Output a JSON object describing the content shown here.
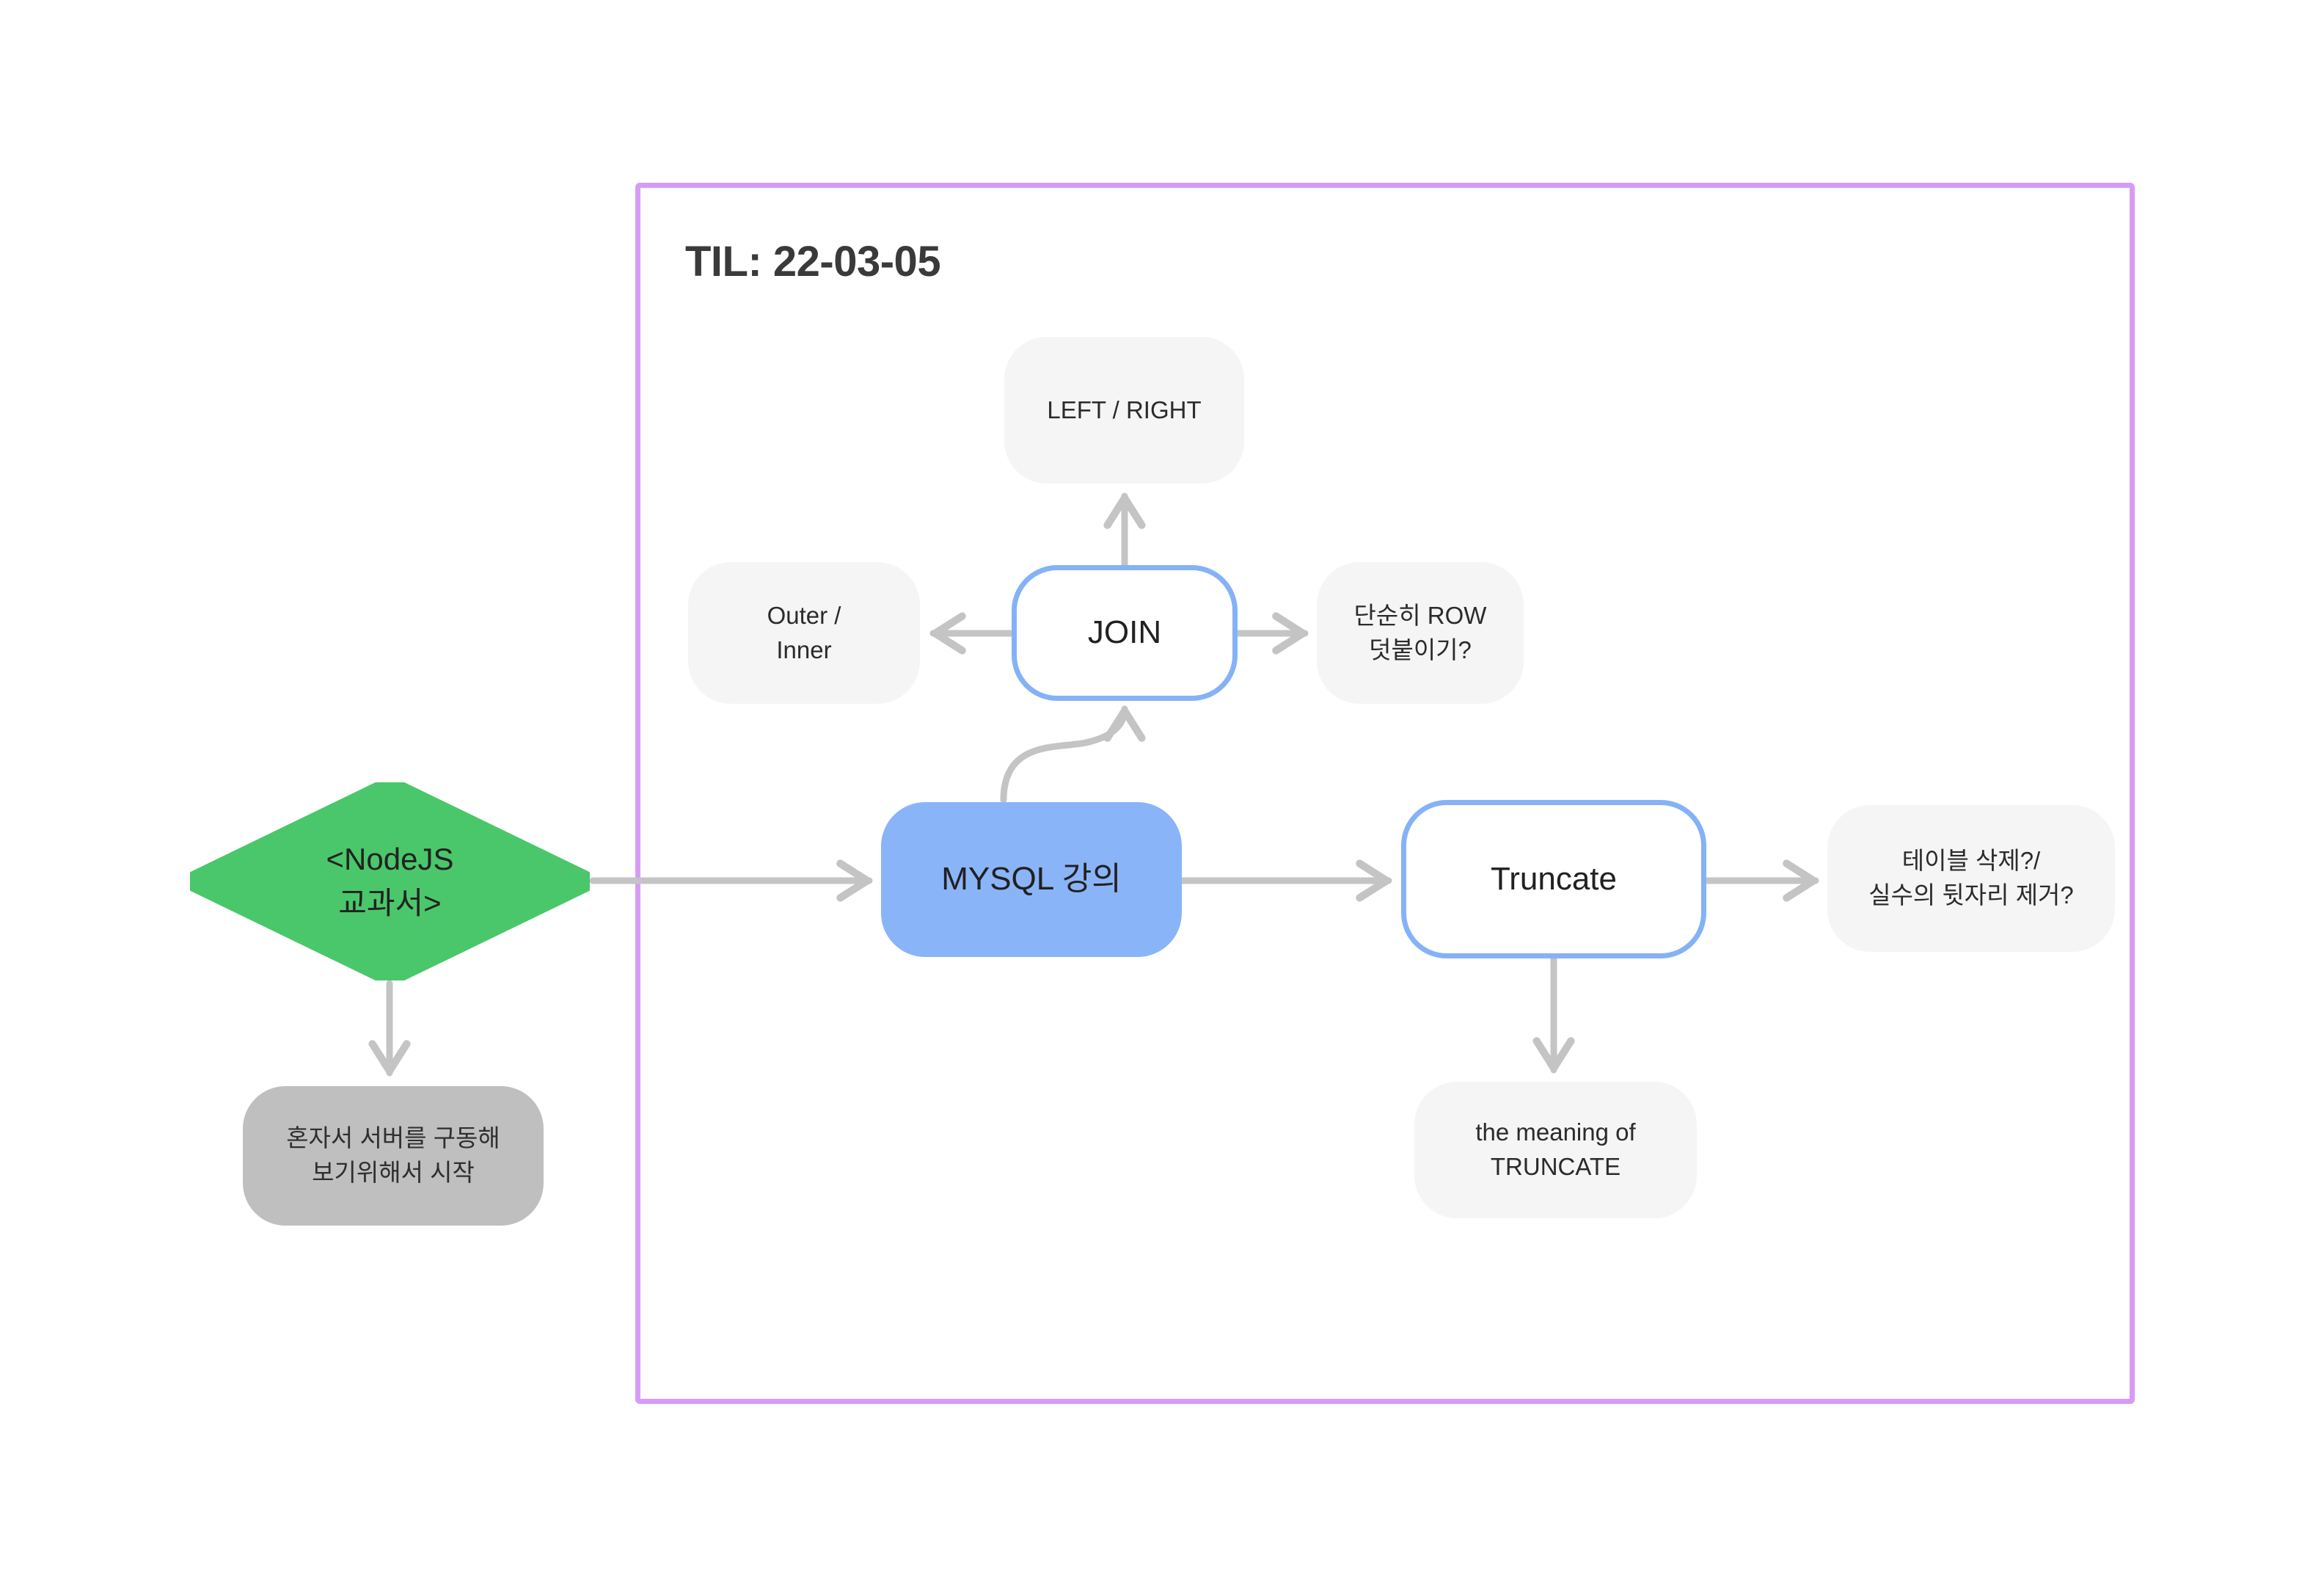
{
  "page": {
    "background_color": "#ffffff"
  },
  "frame": {
    "border_color": "#d79bf5"
  },
  "title": "TIL: 22-03-05",
  "nodes": [
    {
      "id": "nodejs-textbook",
      "label": "<NodeJS\n교과서>",
      "line1": "<NodeJS",
      "line2": "교과서>",
      "shape": "diamond",
      "fill": "#4ac76a",
      "text_color": "#222222"
    },
    {
      "id": "start-reason",
      "line1": "혼자서 서버를 구동해",
      "line2": "보기위해서 시작",
      "shape": "rounded-rect",
      "fill": "#bfbfbf",
      "text_color": "#2f2f2f"
    },
    {
      "id": "mysql-lecture",
      "line1": "MYSQL 강의",
      "line2": "",
      "shape": "rounded-rect",
      "fill": "#8ab4f8",
      "text_color": "#212121"
    },
    {
      "id": "join",
      "line1": "JOIN",
      "line2": "",
      "shape": "rounded-rect-outline",
      "fill": "#ffffff",
      "border": "#85b2f7",
      "text_color": "#212121"
    },
    {
      "id": "left-right",
      "line1": "LEFT / RIGHT",
      "line2": "",
      "shape": "rounded-rect",
      "fill": "#f5f5f5",
      "text_color": "#2b2b2b"
    },
    {
      "id": "outer-inner",
      "line1": "Outer /",
      "line2": "Inner",
      "shape": "rounded-rect",
      "fill": "#f5f5f5",
      "text_color": "#2b2b2b"
    },
    {
      "id": "simply-row",
      "line1": "단순히 ROW",
      "line2": "덧붙이기?",
      "shape": "rounded-rect",
      "fill": "#f5f5f5",
      "text_color": "#2b2b2b"
    },
    {
      "id": "truncate",
      "line1": "Truncate",
      "line2": "",
      "shape": "rounded-rect-outline",
      "fill": "#ffffff",
      "border": "#85b2f7",
      "text_color": "#212121"
    },
    {
      "id": "table-delete",
      "line1": "테이블 삭제?/",
      "line2": "실수의 뒷자리 제거?",
      "shape": "rounded-rect",
      "fill": "#f5f5f5",
      "text_color": "#2b2b2b"
    },
    {
      "id": "meaning-of-truncate",
      "line1": "the meaning of",
      "line2": "TRUNCATE",
      "shape": "rounded-rect",
      "fill": "#f5f5f5",
      "text_color": "#2b2b2b"
    }
  ],
  "edges": [
    {
      "from": "nodejs-textbook",
      "to": "mysql-lecture",
      "direction": "right"
    },
    {
      "from": "nodejs-textbook",
      "to": "start-reason",
      "direction": "down"
    },
    {
      "from": "mysql-lecture",
      "to": "join",
      "direction": "up-curve"
    },
    {
      "from": "join",
      "to": "left-right",
      "direction": "up"
    },
    {
      "from": "join",
      "to": "outer-inner",
      "direction": "left"
    },
    {
      "from": "join",
      "to": "simply-row",
      "direction": "right"
    },
    {
      "from": "mysql-lecture",
      "to": "truncate",
      "direction": "right"
    },
    {
      "from": "truncate",
      "to": "table-delete",
      "direction": "right"
    },
    {
      "from": "truncate",
      "to": "meaning-of-truncate",
      "direction": "down"
    }
  ],
  "colors": {
    "connector": "#c4c4c4",
    "green": "#4ac76a",
    "blue_fill": "#8ab4f8",
    "blue_border": "#85b2f7",
    "light_gray": "#f5f5f5",
    "mid_gray": "#bfbfbf",
    "purple_frame": "#d79bf5",
    "title_text": "#3a3a3a"
  }
}
